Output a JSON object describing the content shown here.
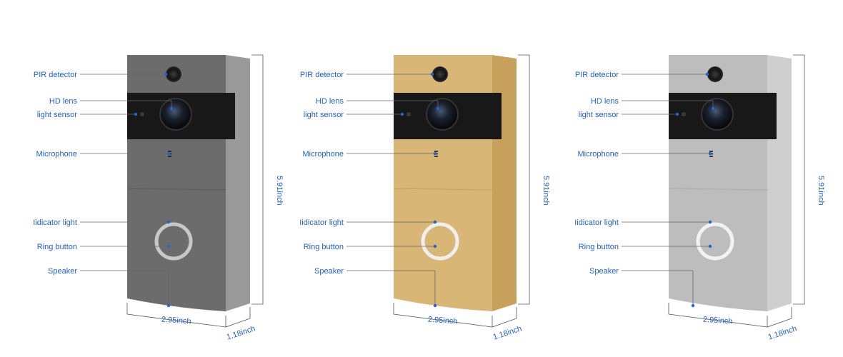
{
  "labels": {
    "pir": "PIR detector",
    "hd": "HD lens",
    "light": "light sensor",
    "mic": "Microphone",
    "indicator": "Iidicator light",
    "ring": "Ring button",
    "speaker": "Speaker"
  },
  "dimensions": {
    "width": "2.95inch",
    "depth": "1.18inch",
    "height": "5.91inch"
  },
  "colors": {
    "label_text": "#1f5fd6",
    "leader_dot": "#1e64dc",
    "dim_line": "#555555",
    "variants": [
      {
        "front": "#6c6c6c",
        "front_light": "#8a8a8a",
        "side": "#9a9a9a",
        "side_dark": "#7d7d7d"
      },
      {
        "front": "#d8b676",
        "front_light": "#e6c98f",
        "side": "#c7a15c",
        "side_dark": "#b28a45"
      },
      {
        "front": "#bdbdbd",
        "front_light": "#d6d6d6",
        "side": "#cfcfcf",
        "side_dark": "#b3b3b3"
      }
    ]
  }
}
